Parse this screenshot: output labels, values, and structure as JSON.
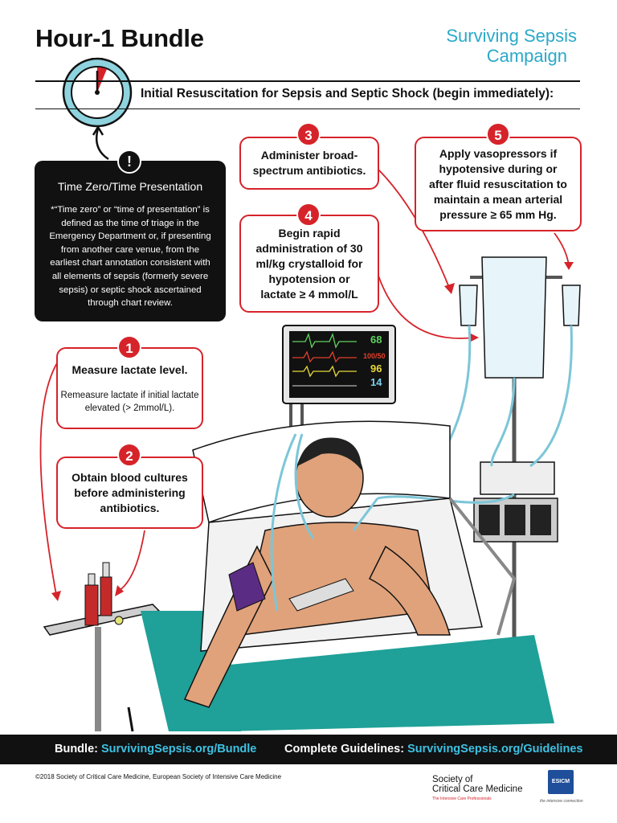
{
  "header": {
    "title": "Hour-1 Bundle",
    "logo_line1": "Surviving Sepsis",
    "logo_line2": "Campaign",
    "subtitle": "Initial Resuscitation for Sepsis and Septic Shock (begin immediately):"
  },
  "time_zero": {
    "icon": "!",
    "heading": "Time Zero/Time Presentation",
    "text": "*“Time zero” or “time of presentation” is defined as the time of triage in the Emergency Department or, if presenting from another care venue, from the earliest chart annotation consistent with all elements of sepsis (formerly severe sepsis) or septic shock ascertained through chart review."
  },
  "steps": [
    {
      "number": "1",
      "text": "Measure lactate level.",
      "sub": "Remeasure lactate if initial lactate elevated (> 2mmol/L)."
    },
    {
      "number": "2",
      "text": "Obtain blood cultures before administering antibiotics."
    },
    {
      "number": "3",
      "text": "Administer broad-spectrum antibiotics."
    },
    {
      "number": "4",
      "text": "Begin rapid administration of 30 ml/kg crystalloid for hypotension or lactate ≥ 4 mmol/L"
    },
    {
      "number": "5",
      "text": "Apply vasopressors if hypotensive during or after fluid resuscitation to maintain a mean arterial pressure ≥ 65 mm Hg."
    }
  ],
  "monitor": {
    "hr": "68",
    "bp": "100/50",
    "spo2": "96",
    "rr": "14"
  },
  "footer": {
    "bundle_label": "Bundle:",
    "bundle_link": "SurvivingSepsis.org/Bundle",
    "guidelines_label": "Complete Guidelines:",
    "guidelines_link": "SurvivingSepsis.org/Guidelines"
  },
  "credits": {
    "copyright": "©2018 Society of Critical Care Medicine, European Society of Intensive Care Medicine",
    "sccm_line1": "Society of",
    "sccm_line2": "Critical Care Medicine",
    "sccm_tagline": "The Intensive Care Professionals",
    "esicm": "ESICM",
    "esicm_tagline": "the intensive connection"
  },
  "colors": {
    "red": "#d6232a",
    "teal": "#2aa9c9",
    "sheet": "#22a8a0",
    "black": "#111111"
  }
}
